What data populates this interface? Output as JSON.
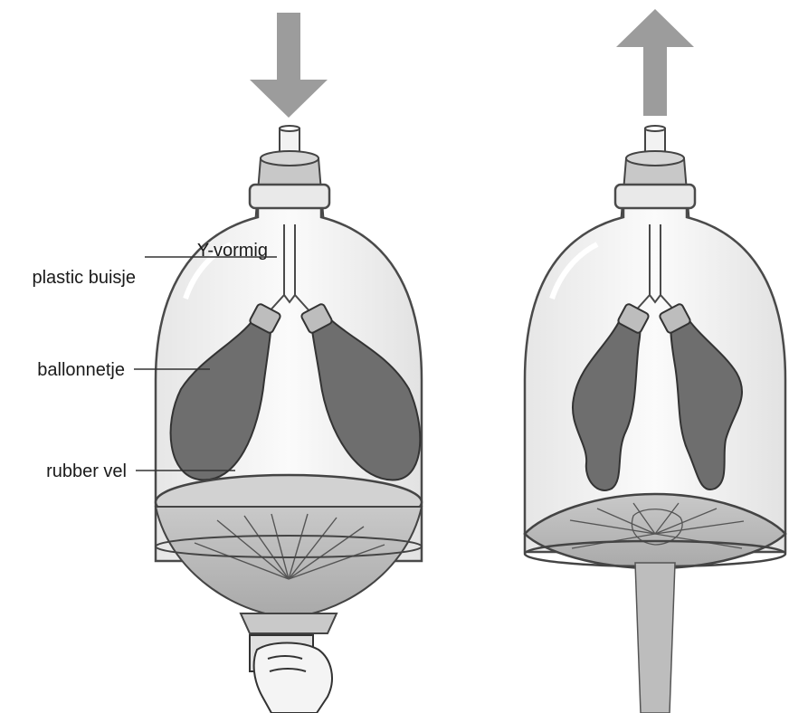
{
  "labels": {
    "tube_line1": "Y-vormig",
    "tube_line2": "plastic buisje",
    "balloon": "ballonnetje",
    "sheet": "rubber vel"
  },
  "colors": {
    "arrow": "#9c9c9c",
    "glass_stroke": "#4a4a4a",
    "glass_fill": "#f4f4f4",
    "balloon": "#6e6e6e",
    "sheet": "#b4b4b4",
    "stopper": "#c8c8c8"
  },
  "arrows": [
    "down-arrow",
    "up-arrow"
  ]
}
